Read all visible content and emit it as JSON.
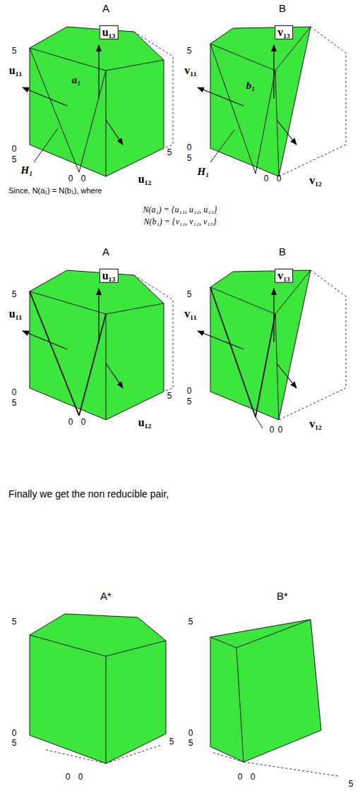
{
  "diagram": {
    "labels": [
      "A",
      "B",
      "5",
      "0",
      "5",
      "0",
      "0",
      "5",
      "u₁₁",
      "u₁₂",
      "u₁₃",
      "a₁",
      "H₁",
      "5",
      "0",
      "5",
      "0",
      "0",
      "v₁₁",
      "v₁₂",
      "v₁₃",
      "b₁",
      "H₁",
      "Since, N(a₁) = N(b₁), where",
      "N(a₁) = {u₁₁, u₁₂, u₁₃}",
      "N(b₁) = {v₁₁, v₁₂, v₁₃}",
      "A",
      "B",
      "5",
      "0",
      "5",
      "0",
      "0",
      "5",
      "u₁₁",
      "u₁₂",
      "u₁₃",
      "5",
      "0",
      "5",
      "0",
      "0",
      "v₁₁",
      "v₁₂",
      "v₁₃",
      "Finally we get the non reducible pair,",
      "A*",
      "B*",
      "5",
      "0",
      "5",
      "0",
      "0",
      "5",
      "5",
      "0",
      "5",
      "0",
      "0",
      "5"
    ]
  }
}
